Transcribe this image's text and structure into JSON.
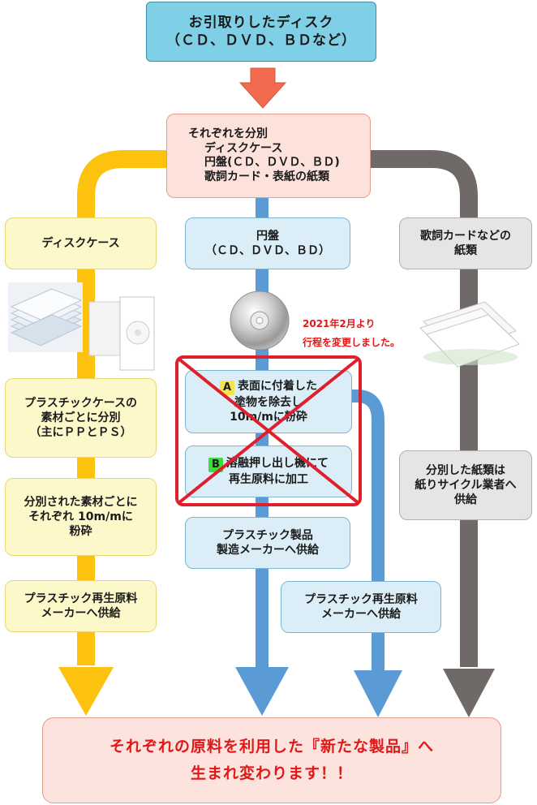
{
  "top_box": {
    "line1": "お引取りしたディスク",
    "line2": "（ＣＤ、ＤＶＤ、ＢＤなど）"
  },
  "sort_box": {
    "line1": "それぞれを分別",
    "line2": "ディスクケース",
    "line3": "円盤(ＣＤ、ＤＶＤ、ＢＤ)",
    "line4": "歌詞カード・表紙の紙類"
  },
  "left_column": {
    "header": "ディスクケース",
    "step1": {
      "line1": "プラスチックケースの",
      "line2": "素材ごとに分別",
      "line3": "（主にＰＰとＰＳ）"
    },
    "step2": {
      "line1": "分別された素材ごとに",
      "line2": "それぞれ 10m/mに",
      "line3": "粉砕"
    },
    "step3": {
      "line1": "プラスチック再生原料",
      "line2": "メーカーへ供給"
    }
  },
  "center_column": {
    "header": {
      "line1": "円盤",
      "line2": "（ＣＤ、ＤＶＤ、ＢＤ）"
    },
    "note": {
      "line1": "2021年2月より",
      "line2": "行程を変更しました。"
    },
    "step_a": {
      "badge": "A",
      "line1": "表面に付着した",
      "line2": "塗物を除去し",
      "line3": "10m/mに粉砕"
    },
    "step_b": {
      "badge": "B",
      "line1": "溶融押し出し機にて",
      "line2": "再生原料に加工"
    },
    "supply": {
      "line1": "プラスチック製品",
      "line2": "製造メーカーへ供給"
    },
    "supply2": {
      "line1": "プラスチック再生原料",
      "line2": "メーカーへ供給"
    }
  },
  "right_column": {
    "header": {
      "line1": "歌詞カードなどの",
      "line2": "紙類"
    },
    "step1": {
      "line1": "分別した紙類は",
      "line2": "紙りサイクル業者へ",
      "line3": "供給"
    }
  },
  "final_box": {
    "line1": "それぞれの原料を利用した『新たな製品』へ",
    "line2": "生まれ変わります！！"
  },
  "colors": {
    "yellow_arrow": "#fcc20e",
    "blue_arrow": "#5b9bd5",
    "gray_arrow": "#6f6a68",
    "red_arrow": "#f26a4f",
    "cross": "#e01f2d"
  }
}
